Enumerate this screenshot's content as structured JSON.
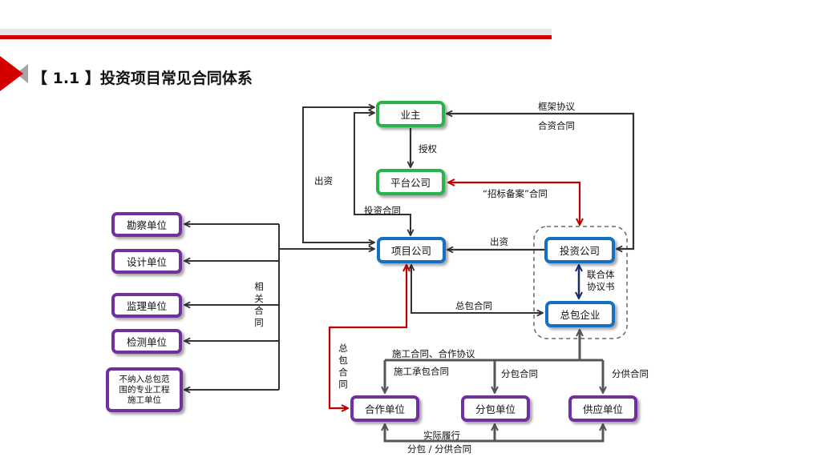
{
  "header": {
    "title": "【 1.1 】投资项目常见合同体系",
    "icon": "red-gray-chevron-icon",
    "accent_color": "#cc0000"
  },
  "nodes": {
    "owner": "业主",
    "platform_company": "平台公司",
    "project_company": "项目公司",
    "investment_company": "投资公司",
    "general_contractor": "总包企业",
    "survey_unit": "勘察单位",
    "design_unit": "设计单位",
    "supervision_unit": "监理单位",
    "testing_unit": "检测单位",
    "special_construction_unit": "不纳入总包范围的专业工程施工单位",
    "cooperation_unit": "合作单位",
    "subcontract_unit": "分包单位",
    "supply_unit": "供应单位"
  },
  "edge_labels": {
    "authorization": "授权",
    "capital_contribution_left": "出资",
    "investment_contract": "投资合同",
    "framework_agreement": "框架协议",
    "joint_venture_contract": "合资合同",
    "bidding_filing_contract": "“招标备案”合同",
    "capital_contribution_mid": "出资",
    "consortium_agreement": "联合体协议书",
    "general_contract_mid": "总包合同",
    "related_contracts": "相关合同",
    "general_contract_left": "总包合同",
    "construction_cooperation": "施工合同、合作协议",
    "construction_subcontract": "施工承包合同",
    "subcontract": "分包合同",
    "supply_subcontract": "分供合同",
    "actual_performance": "实际履行",
    "sub_supply_contract": "分包 / 分供合同"
  },
  "colors": {
    "owner_platform_border": "#2ab24b",
    "company_border": "#1570c2",
    "unit_border": "#7030a0",
    "bidding_line": "#c00000",
    "consortium_line": "#1a2f6e",
    "line": "#333333"
  }
}
